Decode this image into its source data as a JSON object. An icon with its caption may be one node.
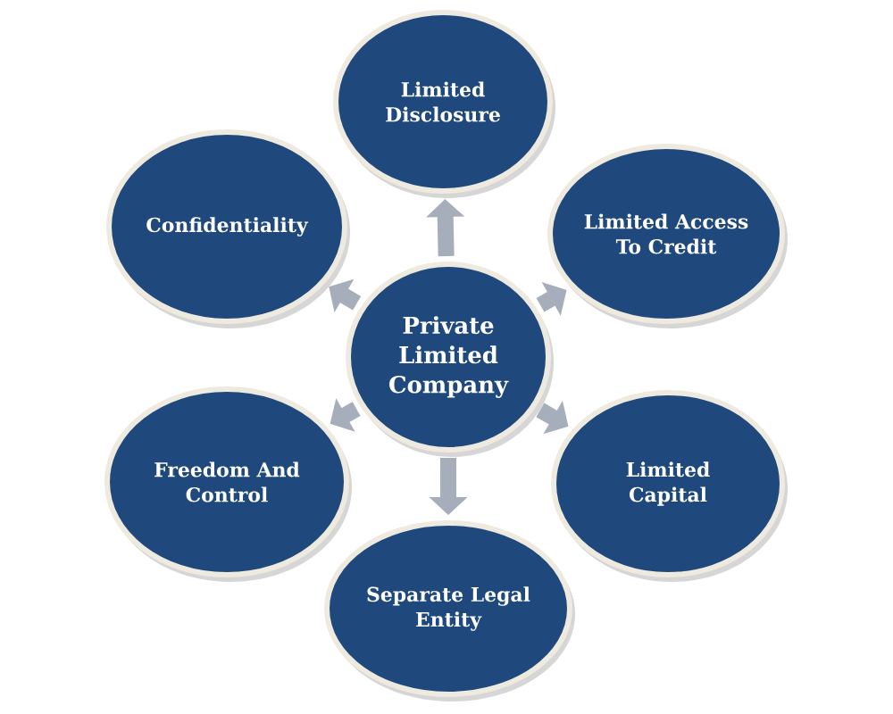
{
  "diagram": {
    "nodes": [
      {
        "text": [
          "Limited Disclosure"
        ]
      },
      {
        "text": [
          "Confidentiality"
        ]
      },
      {
        "text": [
          "Limited Access To Credit"
        ]
      },
      {
        "text": [
          "Private Limited Company"
        ]
      },
      {
        "text": [
          "Freedom And Control"
        ]
      },
      {
        "text": [
          "Limited Capital"
        ]
      },
      {
        "text": [
          "Separate Legal Entity"
        ]
      }
    ],
    "edges": [
      {
        "from": 3,
        "to": 0,
        "arrow": "to"
      },
      {
        "from": 3,
        "to": 1,
        "arrow": "to"
      },
      {
        "from": 3,
        "to": 2,
        "arrow": "to"
      },
      {
        "from": 3,
        "to": 4,
        "arrow": "to"
      },
      {
        "from": 3,
        "to": 5,
        "arrow": "to"
      },
      {
        "from": 3,
        "to": 6,
        "arrow": "to"
      }
    ]
  }
}
